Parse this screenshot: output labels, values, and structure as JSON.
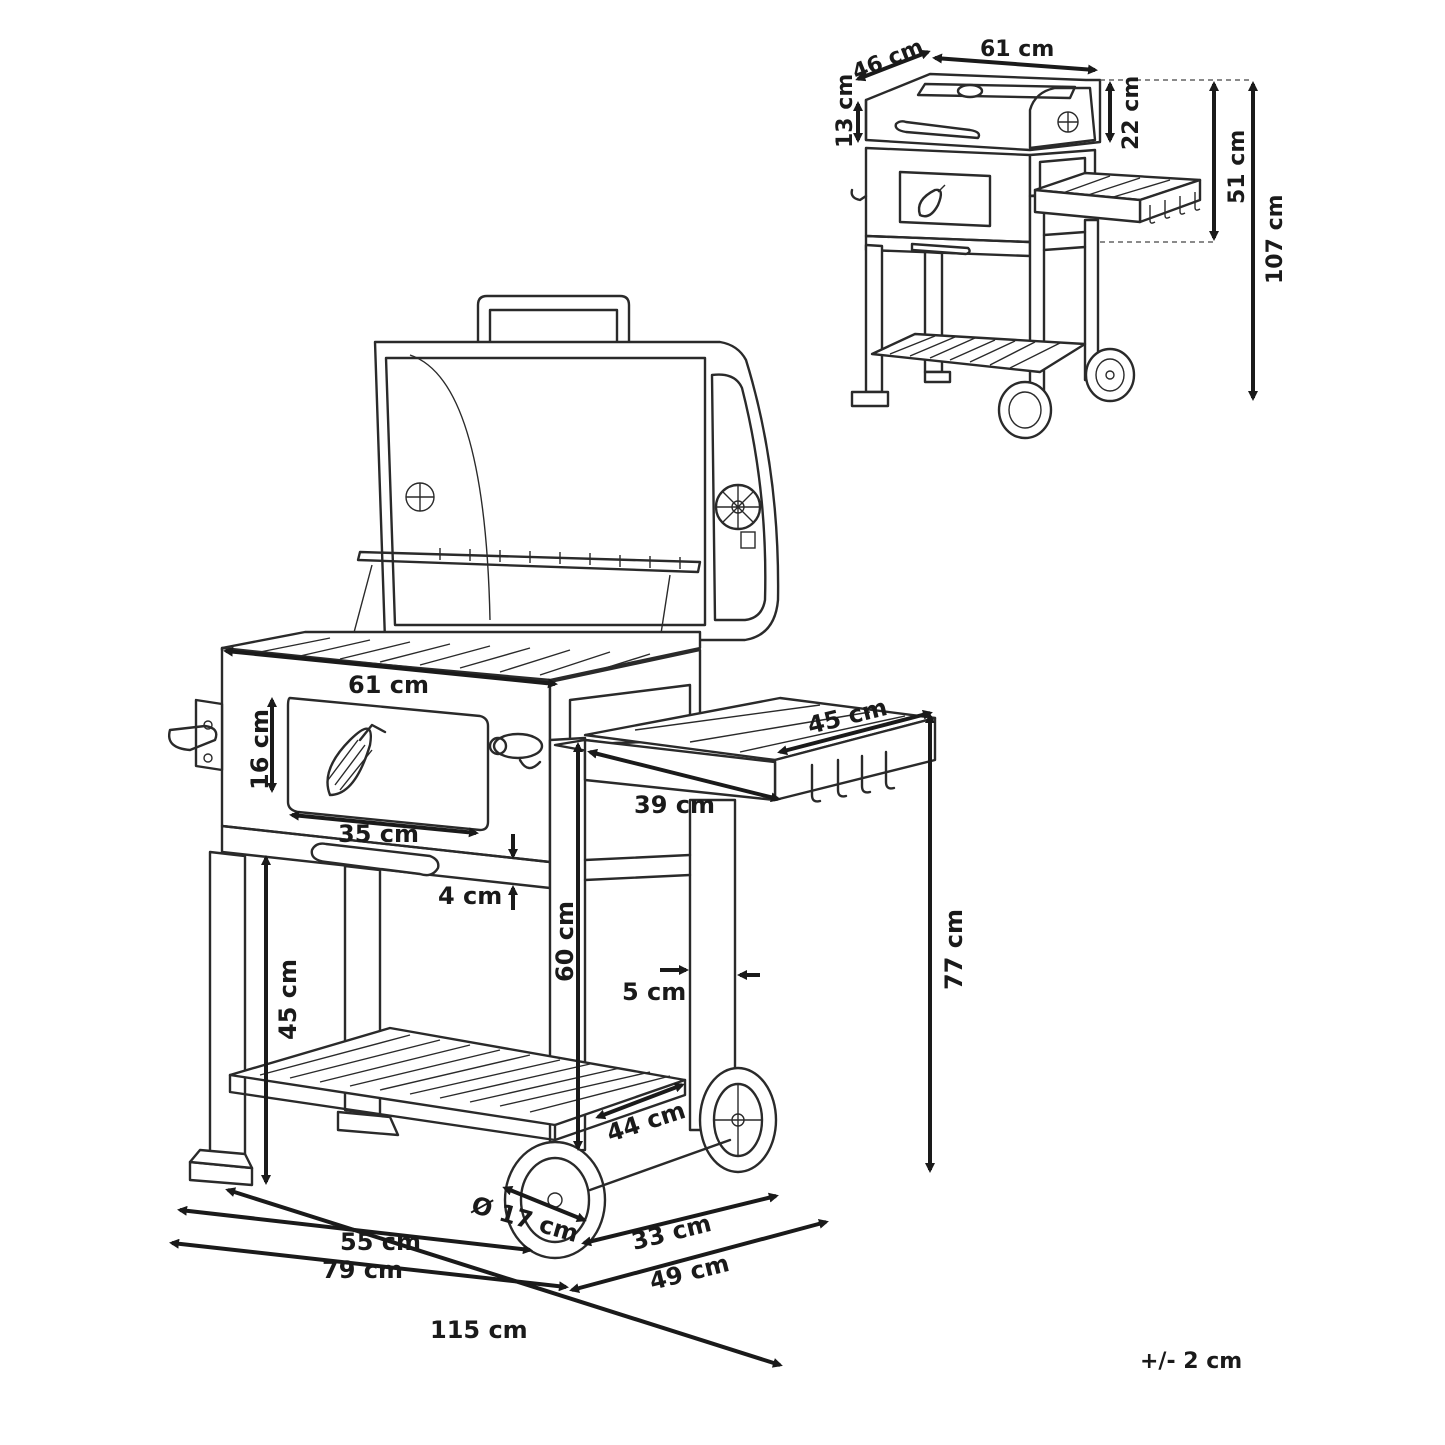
{
  "main_view": {
    "dimensions": {
      "grill_width": "61 cm",
      "window_height": "16 cm",
      "window_width": "35 cm",
      "gap": "4 cm",
      "leg_height": "45 cm",
      "body_height": "60 cm",
      "shelf_depth": "39 cm",
      "shelf_width": "45 cm",
      "leg_width": "5 cm",
      "shelf_height": "77 cm",
      "bottom_shelf": "44 cm",
      "wheel_diameter": "Ø 17 cm",
      "base_width": "55 cm",
      "body_width": "79 cm",
      "total_width": "115 cm",
      "base_depth": "33 cm",
      "total_depth": "49 cm"
    }
  },
  "small_view": {
    "dimensions": {
      "depth": "46 cm",
      "width": "61 cm",
      "lid_height": "13 cm",
      "lid_depth": "22 cm",
      "top_height": "51 cm",
      "total_height": "107 cm"
    }
  },
  "tolerance": "+/- 2 cm"
}
